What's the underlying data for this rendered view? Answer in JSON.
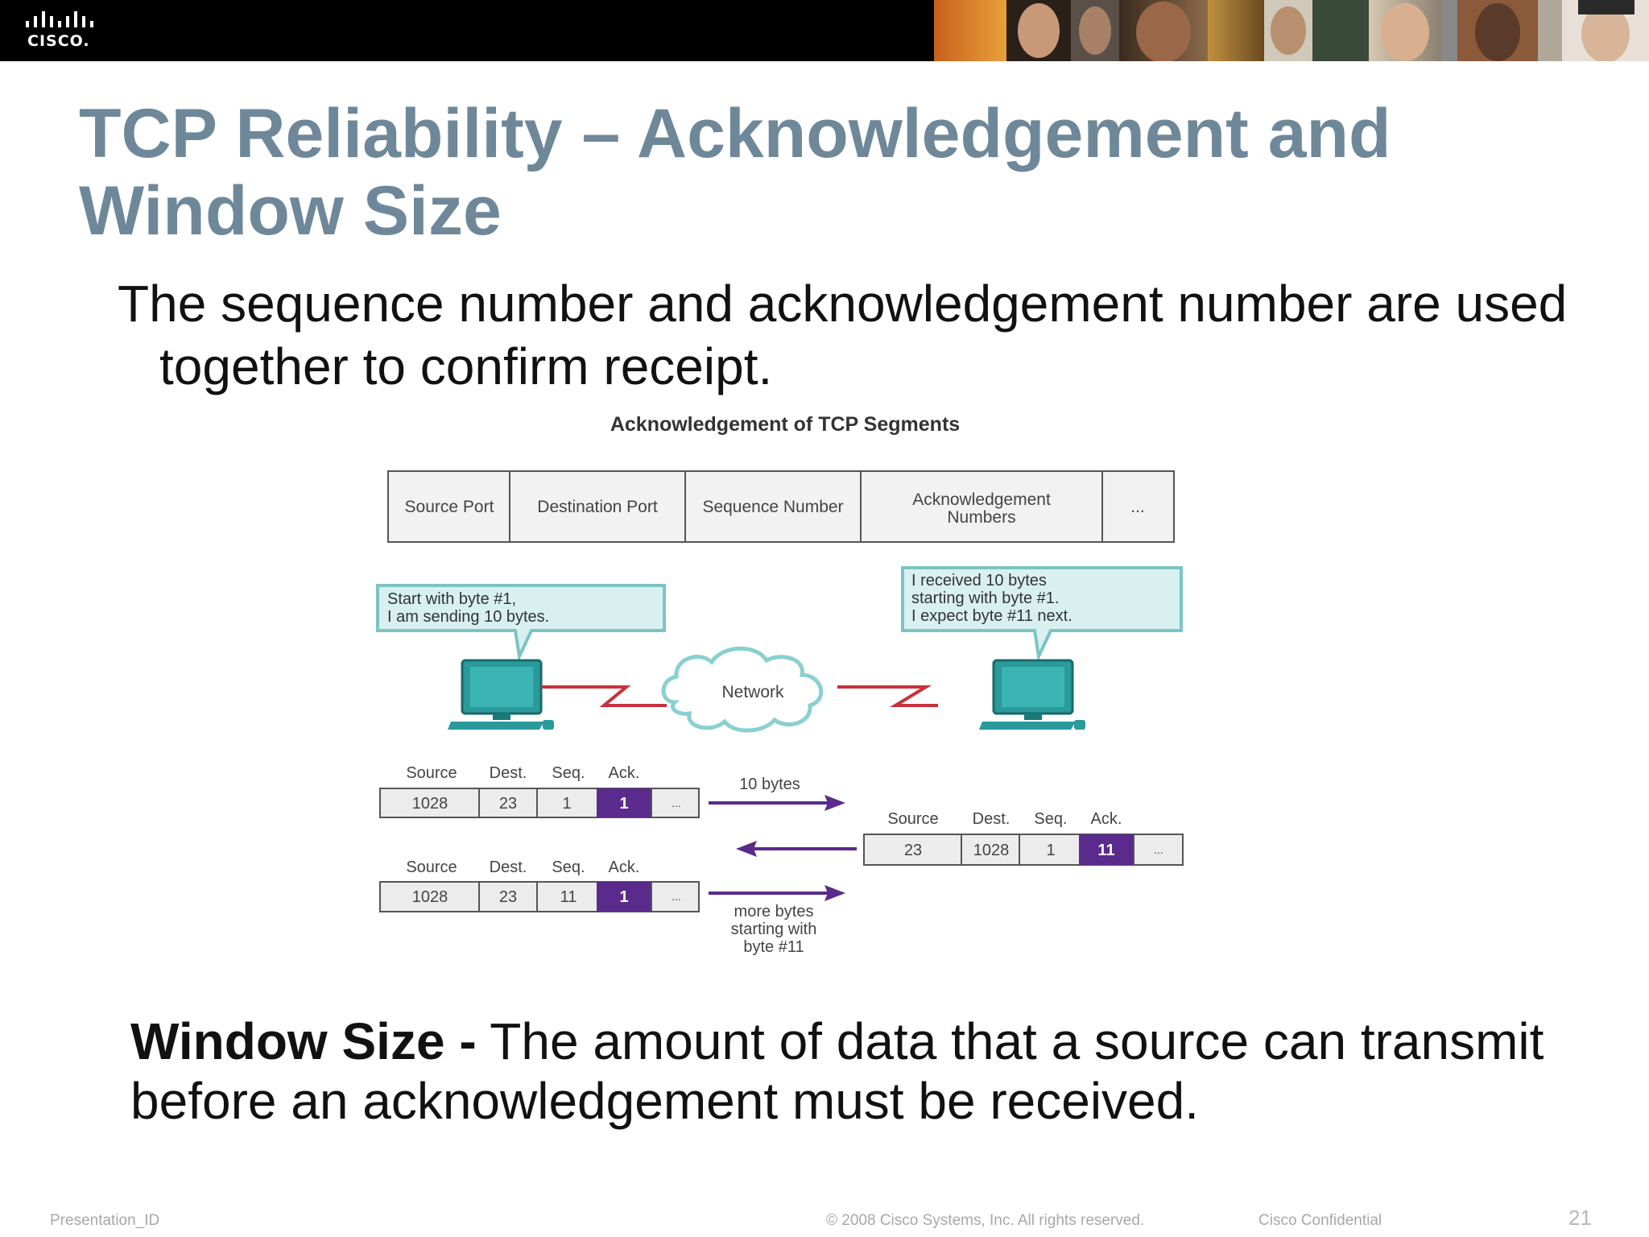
{
  "header": {
    "logo_text": "CISCO."
  },
  "slide": {
    "title": "TCP Reliability – Acknowledgement and Window Size",
    "bullet": "The sequence number and acknowledgement number are used together to confirm receipt.",
    "window_size_term": "Window Size -",
    "window_size_desc": " The amount of data that a source can transmit before an acknowledgement must be received."
  },
  "diagram": {
    "title": "Acknowledgement of TCP Segments",
    "header_fields": [
      "Source Port",
      "Destination Port",
      "Sequence Number",
      "Acknowledgement",
      "Numbers",
      "..."
    ],
    "callout_left": [
      "Start with byte #1,",
      "I am sending 10 bytes."
    ],
    "callout_right": [
      "I received 10 bytes",
      "starting with byte #1.",
      "I expect byte #11 next."
    ],
    "network_label": "Network",
    "col_labels": [
      "Source",
      "Dest.",
      "Seq.",
      "Ack."
    ],
    "segment1": [
      "1028",
      "23",
      "1",
      "1",
      "..."
    ],
    "segment2": [
      "23",
      "1028",
      "1",
      "11",
      "..."
    ],
    "segment3": [
      "1028",
      "23",
      "11",
      "1",
      "..."
    ],
    "arrow1_label": "10 bytes",
    "arrow3_label": [
      "more bytes",
      "starting with",
      "byte #11"
    ]
  },
  "footer": {
    "presentation_id": "Presentation_ID",
    "copyright": "© 2008 Cisco Systems, Inc. All rights reserved.",
    "confidential": "Cisco Confidential",
    "page_number": "21"
  },
  "colors": {
    "title": "#6f8899",
    "ack_highlight": "#5a2a8c",
    "arrow": "#5a2a8c",
    "callout_fill": "#d9f0f0",
    "callout_border": "#7cc4c4",
    "computer": "#2a9a9a",
    "link": "#c8323c"
  }
}
